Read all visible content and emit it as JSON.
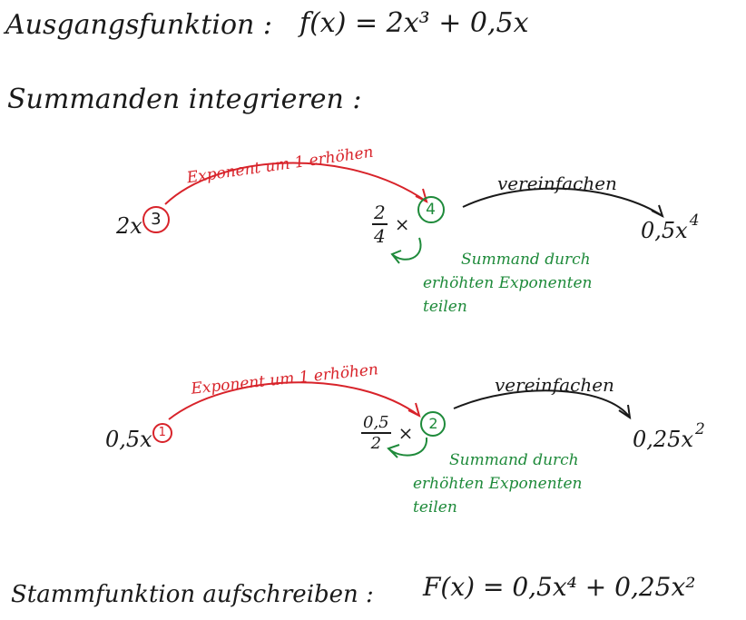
{
  "colors": {
    "red": "#d8232a",
    "green": "#1e8a3a",
    "ink": "#1a1a1a"
  },
  "heading_function": {
    "label": "Ausgangsfunktion :",
    "formula": "f(x)  =  2x³  +  0,5x"
  },
  "heading_integrate": {
    "label": "Summanden integrieren :"
  },
  "example1": {
    "start_coef": "2x",
    "start_exp": "3",
    "arrow_label": "Exponent um 1 erhöhen",
    "frac_num": "2",
    "frac_den": "4",
    "times": "×",
    "new_exp": "4",
    "simplify_label": "vereinfachen",
    "result_coef": "0,5x",
    "result_exp": "4",
    "note_lines": [
      "Summand durch",
      "erhöhten Exponenten",
      "teilen"
    ]
  },
  "example2": {
    "start_coef": "0,5x",
    "start_exp": "1",
    "arrow_label": "Exponent um 1 erhöhen",
    "frac_num": "0,5",
    "frac_den": "2",
    "times": "×",
    "new_exp": "2",
    "simplify_label": "vereinfachen",
    "result_coef": "0,25x",
    "result_exp": "2",
    "note_lines": [
      "Summand durch",
      "erhöhten Exponenten",
      "teilen"
    ]
  },
  "antiderivative": {
    "label": "Stammfunktion aufschreiben :",
    "formula": "F(x) =  0,5x⁴  +  0,25x²"
  }
}
